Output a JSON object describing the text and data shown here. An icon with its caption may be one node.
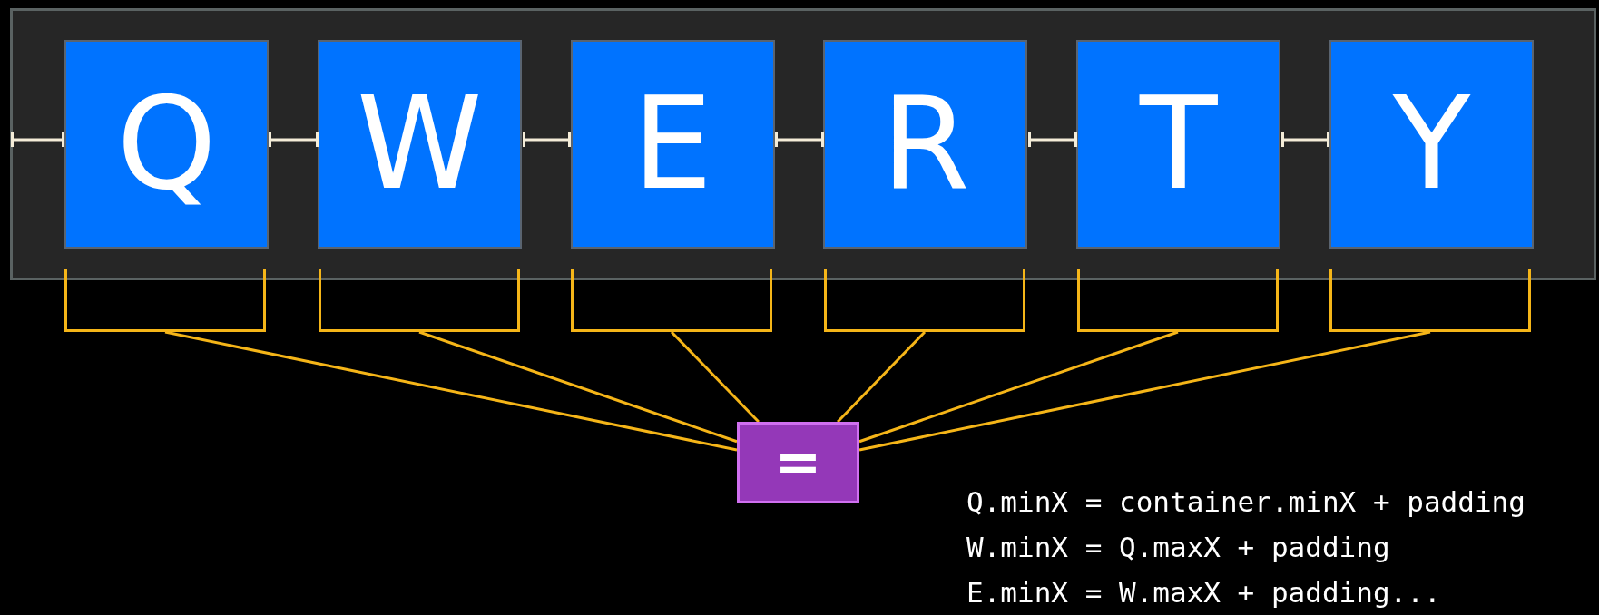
{
  "diagram": {
    "nodes": [
      {
        "text": [],
        "shape": "box"
      },
      {
        "text": [
          "Q"
        ],
        "in": 0
      },
      {
        "text": [
          "W"
        ],
        "in": 0
      },
      {
        "text": [
          "E"
        ],
        "in": 0
      },
      {
        "text": [
          "R"
        ],
        "in": 0
      },
      {
        "text": [
          "T"
        ],
        "in": 0
      },
      {
        "text": [
          "Y"
        ],
        "in": 0
      },
      {
        "text": [],
        "shape": "bracket"
      },
      {
        "text": [],
        "shape": "bracket"
      },
      {
        "text": [],
        "shape": "bracket"
      },
      {
        "text": [],
        "shape": "bracket"
      },
      {
        "text": [],
        "shape": "bracket"
      },
      {
        "text": [],
        "shape": "bracket"
      },
      {
        "text": [
          "="
        ]
      }
    ],
    "edges": [
      {
        "from": 7,
        "to": 13,
        "arrow": "none"
      },
      {
        "from": 8,
        "to": 13,
        "arrow": "none"
      },
      {
        "from": 9,
        "to": 13,
        "arrow": "none"
      },
      {
        "from": 10,
        "to": 13,
        "arrow": "none"
      },
      {
        "from": 11,
        "to": 13,
        "arrow": "none"
      },
      {
        "from": 12,
        "to": 13,
        "arrow": "none"
      }
    ],
    "labels": [
      "Q.minX = container.minX + padding",
      "W.minX = Q.maxX + padding",
      "E.minX = W.maxX + padding..."
    ]
  }
}
